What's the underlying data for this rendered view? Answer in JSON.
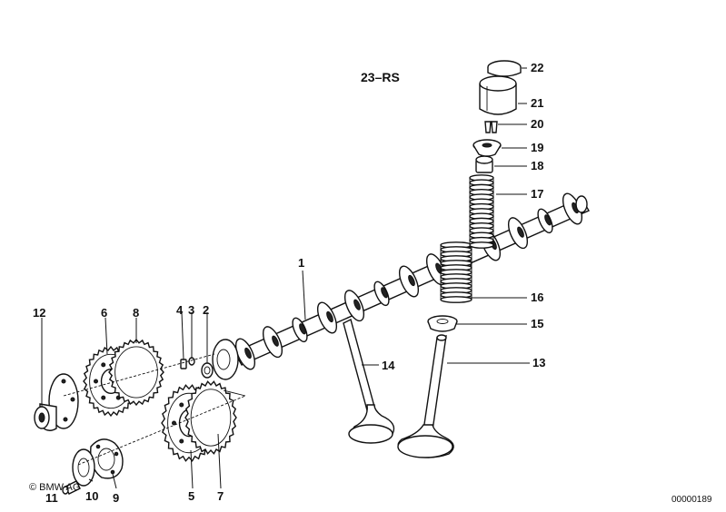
{
  "header": {
    "title": "23–RS"
  },
  "footer": {
    "copyright": "© BMW AG",
    "reference": "00000189"
  },
  "callouts": {
    "c1": "1",
    "c2": "2",
    "c3": "3",
    "c4": "4",
    "c5": "5",
    "c6": "6",
    "c7": "7",
    "c8": "8",
    "c9": "9",
    "c10": "10",
    "c11": "11",
    "c12": "12",
    "c13": "13",
    "c14": "14",
    "c15": "15",
    "c16": "16",
    "c17": "17",
    "c18": "18",
    "c19": "19",
    "c20": "20",
    "c21": "21",
    "c22": "22"
  }
}
